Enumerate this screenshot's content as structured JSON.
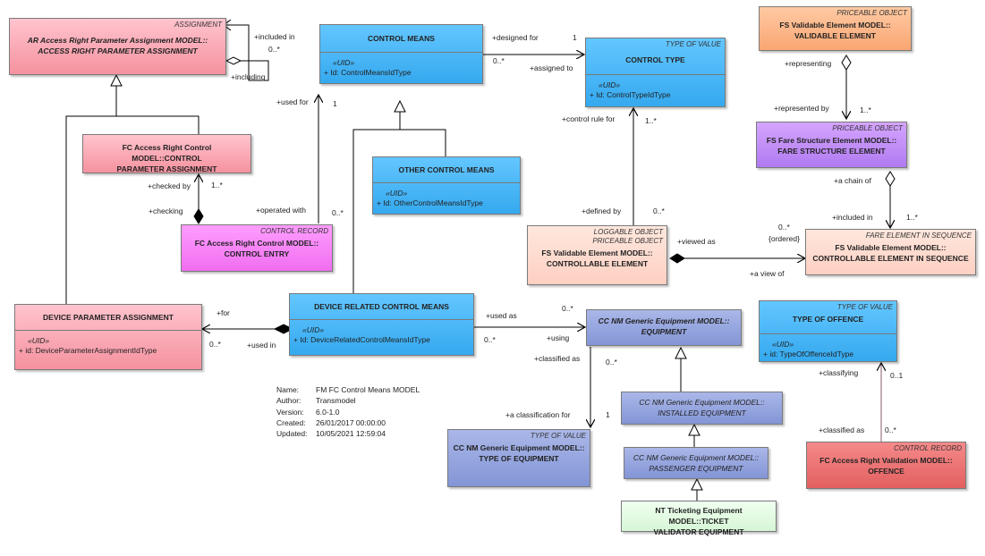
{
  "classes": {
    "assignment": {
      "stereotype": "ASSIGNMENT",
      "title": "AR Access Right Parameter Assignment MODEL::\nACCESS RIGHT PARAMETER ASSIGNMENT"
    },
    "control_means": {
      "title": "CONTROL MEANS",
      "uid": "«UID»",
      "attr": "+   Id: ControlMeansIdType"
    },
    "control_type": {
      "stereotype": "TYPE OF VALUE",
      "title": "CONTROL TYPE",
      "uid": "«UID»",
      "attr": "+   Id: ControlTypeIdType"
    },
    "validable": {
      "stereotype": "PRICEABLE OBJECT",
      "title": "FS Validable Element MODEL::\nVALIDABLE ELEMENT"
    },
    "fare_structure": {
      "stereotype": "PRICEABLE OBJECT",
      "title": "FS Fare Structure Element MODEL::\nFARE STRUCTURE ELEMENT"
    },
    "fc_param": {
      "title": "FC Access Right Control MODEL::CONTROL\nPARAMETER ASSIGNMENT"
    },
    "other_means": {
      "title": "OTHER CONTROL MEANS",
      "uid": "«UID»",
      "attr": "+   Id: OtherControlMeansIdType"
    },
    "control_entry": {
      "stereotype": "CONTROL RECORD",
      "title": "FC Access Right Control MODEL::\nCONTROL ENTRY"
    },
    "controllable": {
      "stereotype": "LOGGABLE OBJECT\nPRICEABLE OBJECT",
      "title": "FS Validable Element MODEL::\nCONTROLLABLE ELEMENT"
    },
    "in_sequence": {
      "stereotype": "FARE ELEMENT IN SEQUENCE",
      "title": "FS Validable Element MODEL::\nCONTROLLABLE ELEMENT IN SEQUENCE"
    },
    "device_param": {
      "title": "DEVICE PARAMETER ASSIGNMENT",
      "uid": "«UID»",
      "attr": "+   id: DeviceParameterAssignmentIdType"
    },
    "device_means": {
      "title": "DEVICE RELATED CONTROL MEANS",
      "uid": "«UID»",
      "attr": "+   Id: DeviceRelatedControlMeansIdType"
    },
    "equipment": {
      "title": "CC NM Generic Equipment MODEL::\nEQUIPMENT"
    },
    "type_offence": {
      "stereotype": "TYPE OF VALUE",
      "title": "TYPE OF OFFENCE",
      "uid": "«UID»",
      "attr": "+   id: TypeOfOffenceIdType"
    },
    "installed": {
      "title": "CC NM Generic Equipment MODEL::\nINSTALLED EQUIPMENT"
    },
    "type_equipment": {
      "stereotype": "TYPE OF VALUE",
      "title": "CC NM Generic Equipment MODEL::\nTYPE OF EQUIPMENT"
    },
    "passenger": {
      "title": "CC NM Generic Equipment MODEL::\nPASSENGER EQUIPMENT"
    },
    "offence": {
      "stereotype": "CONTROL RECORD",
      "title": "FC Access Right Validation MODEL::\nOFFENCE"
    },
    "ticket_validator": {
      "title": "NT Ticketing Equipment MODEL::TICKET\nVALIDATOR EQUIPMENT"
    }
  },
  "labels": {
    "included_in": "+included in",
    "mult_0n_a": "0..*",
    "including": "+including",
    "designed_for": "+designed for",
    "mult_1_a": "1",
    "mult_0n_b": "0..*",
    "assigned_to": "+assigned to",
    "representing": "+representing",
    "represented_by": "+represented by",
    "mult_1n_a": "1..*",
    "used_for": "+used for",
    "mult_1_b": "1",
    "control_rule_for": "+control rule for",
    "mult_1n_b": "1..*",
    "checked_by": "+checked by",
    "mult_1n_c": "1..*",
    "checking": "+checking",
    "operated_with": "+operated with",
    "mult_0n_c": "0..*",
    "defined_by": "+defined by",
    "mult_0n_d": "0..*",
    "a_chain_of": "+a chain of",
    "included_in_2": "+included in",
    "mult_1n_d": "1..*",
    "mult_0n_e": "0..*",
    "ordered": "{ordered}",
    "viewed_as": "+viewed as",
    "a_view_of": "+a view of",
    "for": "+for",
    "mult_0n_f": "0..*",
    "used_in": "+used in",
    "used_as": "+used as",
    "mult_0n_g": "0..*",
    "mult_0n_h": "0..*",
    "using": "+using",
    "classified_as": "+classified as",
    "mult_0n_i": "0..*",
    "a_classification_for": "+a classification for",
    "mult_1_c": "1",
    "classifying": "+classifying",
    "mult_01": "0..1",
    "classified_as_2": "+classified as",
    "mult_0n_j": "0..*"
  },
  "meta": {
    "name_key": "Name:",
    "name_val": "FM FC Control Means MODEL",
    "author_key": "Author:",
    "author_val": "Transmodel",
    "version_key": "Version:",
    "version_val": "6.0-1.0",
    "created_key": "Created:",
    "created_val": "26/01/2017 00:00:00",
    "updated_key": "Updated:",
    "updated_val": "10/05/2021 12:59:04"
  },
  "colors": {
    "blue": "#35a9ef",
    "pink": "#f5929f",
    "magenta": "#f06ef0",
    "peach": "#fdd0c2",
    "orange": "#f9a673",
    "purple": "#b07af0",
    "slate": "#8395d6",
    "red": "#e35f5f",
    "green": "#d6f6d6"
  }
}
